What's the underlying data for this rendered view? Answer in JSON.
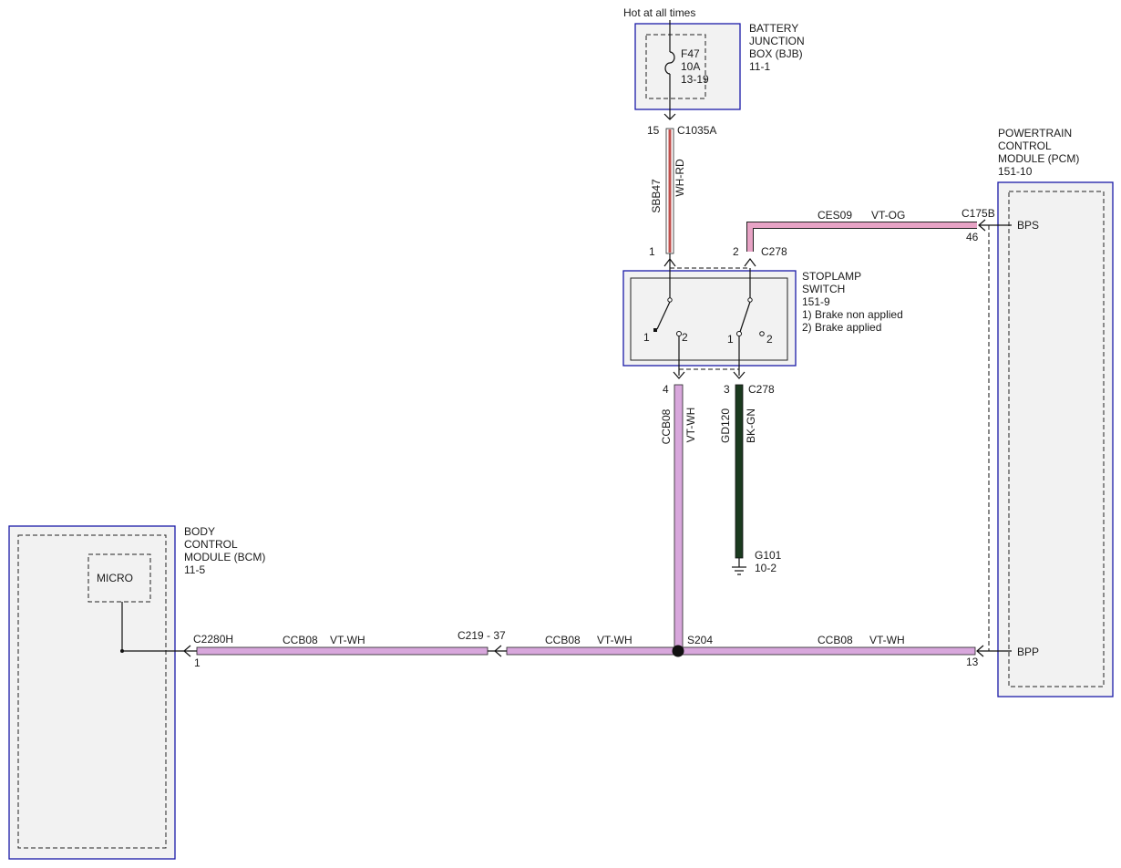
{
  "colors": {
    "vt_wh": "#d8a7dc",
    "vt_og": "#e7a3c5",
    "wh_rd": "#c0504d",
    "bk_gn": "#1b3a1f",
    "module_border": "#1a1aa8"
  },
  "power_label": "Hot at all times",
  "bjb": {
    "title_lines": [
      "BATTERY",
      "JUNCTION",
      "BOX (BJB)"
    ],
    "page_ref": "11-1",
    "fuse_name": "F47",
    "fuse_rating": "10A",
    "fuse_ref": "13-19",
    "pin": "15",
    "connector": "C1035A"
  },
  "wire_sbb47": {
    "circuit": "SBB47",
    "color": "WH-RD"
  },
  "stoplamp": {
    "title_lines": [
      "STOPLAMP",
      "SWITCH"
    ],
    "page_ref": "151-9",
    "notes": [
      "1) Brake non applied",
      "2) Brake applied"
    ],
    "pin_top_left": "1",
    "pin_top_right": "2",
    "connector_top": "C278",
    "sw_a_pos1": "1",
    "sw_a_pos2": "2",
    "sw_b_pos1": "1",
    "sw_b_pos2": "2",
    "pin_bottom_left": "4",
    "pin_bottom_right": "3",
    "connector_bottom": "C278"
  },
  "wire_ces09": {
    "circuit": "CES09",
    "color": "VT-OG"
  },
  "pcm": {
    "title_lines": [
      "POWERTRAIN",
      "CONTROL",
      "MODULE (PCM)"
    ],
    "page_ref": "151-10",
    "connector": "C175B",
    "bps_pin": "46",
    "bps_label": "BPS",
    "bpp_pin": "13",
    "bpp_label": "BPP"
  },
  "wire_ccb08_vertical": {
    "circuit": "CCB08",
    "color": "VT-WH"
  },
  "wire_gd120": {
    "circuit": "GD120",
    "color": "BK-GN"
  },
  "ground": {
    "name": "G101",
    "page_ref": "10-2"
  },
  "splice": {
    "name": "S204"
  },
  "bcm": {
    "title_lines": [
      "BODY",
      "CONTROL",
      "MODULE (BCM)"
    ],
    "page_ref": "11-5",
    "micro_label": "MICRO",
    "connector": "C2280H",
    "pin": "1"
  },
  "inline_connector": {
    "name": "C219 - 37"
  },
  "wire_ccb08_bcm": {
    "circuit": "CCB08",
    "color": "VT-WH"
  },
  "wire_ccb08_mid": {
    "circuit": "CCB08",
    "color": "VT-WH"
  },
  "wire_ccb08_pcm": {
    "circuit": "CCB08",
    "color": "VT-WH"
  }
}
